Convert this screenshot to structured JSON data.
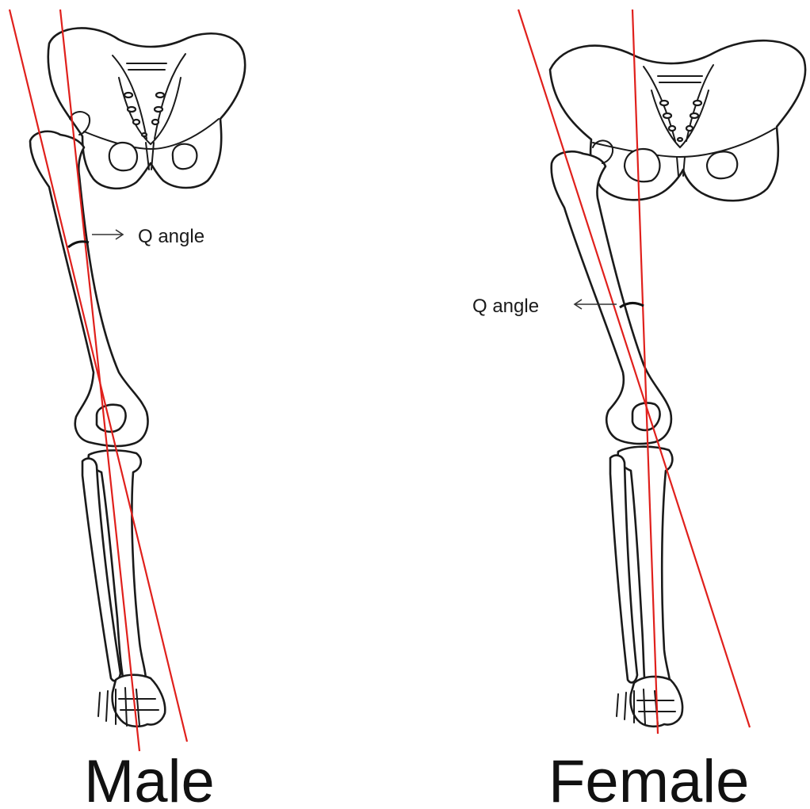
{
  "figure": {
    "panels": [
      {
        "caption": "Male",
        "callout": "Q angle"
      },
      {
        "caption": "Female",
        "callout": "Q angle"
      }
    ],
    "colors": {
      "axis_line": "#e0201c",
      "bone_outline": "#1a1a1a",
      "background": "#ffffff"
    }
  }
}
